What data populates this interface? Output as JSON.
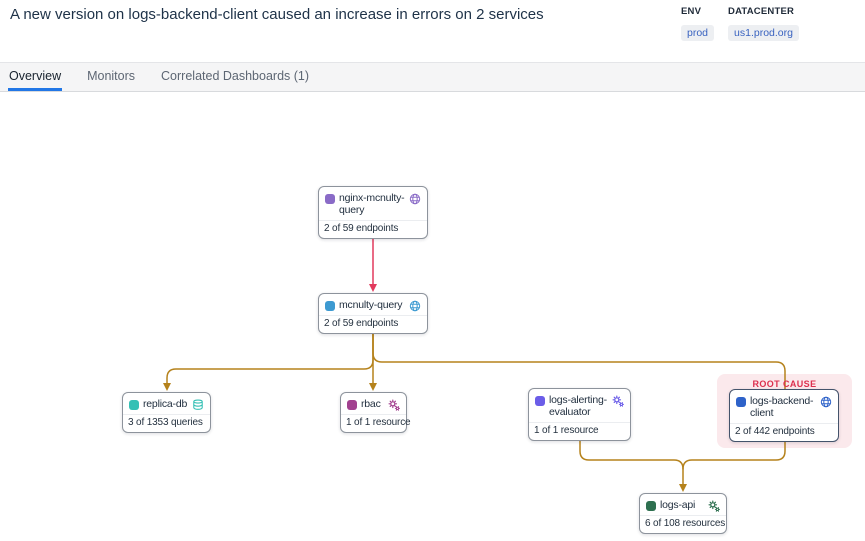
{
  "header": {
    "title": "A new version on logs-backend-client caused an increase in errors on 2 services",
    "env": {
      "label": "ENV",
      "value": "prod"
    },
    "datacenter": {
      "label": "DATACENTER",
      "value": "us1.prod.org"
    }
  },
  "tabs": [
    {
      "label": "Overview",
      "active": true
    },
    {
      "label": "Monitors",
      "active": false
    },
    {
      "label": "Correlated Dashboards (1)",
      "active": false
    }
  ],
  "graph": {
    "root_cause_label": "ROOT CAUSE",
    "edge_colors": {
      "warn": "#b5821c",
      "error": "#e23a5d"
    },
    "nodes": [
      {
        "name": "nginx-mcnulty-query",
        "detail": "2 of 59 endpoints",
        "color": "#8a6bc7",
        "icon": "globe-icon"
      },
      {
        "name": "mcnulty-query",
        "detail": "2 of 59 endpoints",
        "color": "#3d9ad1",
        "icon": "globe-icon"
      },
      {
        "name": "replica-db",
        "detail": "3 of 1353 queries",
        "color": "#35c0b5",
        "icon": "database-icon"
      },
      {
        "name": "rbac",
        "detail": "1 of 1 resource",
        "color": "#a2418f",
        "icon": "gears-icon"
      },
      {
        "name": "logs-alerting-evaluator",
        "detail": "1 of 1 resource",
        "color": "#6b5de8",
        "icon": "gears-icon"
      },
      {
        "name": "logs-backend-client",
        "detail": "2 of 442 endpoints",
        "color": "#2e62c9",
        "icon": "globe-icon",
        "root_cause": true
      },
      {
        "name": "logs-api",
        "detail": "6 of 108 resources",
        "color": "#2e7050",
        "icon": "gears-icon"
      }
    ],
    "edges": [
      {
        "from": "nginx-mcnulty-query",
        "to": "mcnulty-query",
        "status": "error"
      },
      {
        "from": "mcnulty-query",
        "to": "replica-db",
        "status": "warn"
      },
      {
        "from": "mcnulty-query",
        "to": "rbac",
        "status": "warn"
      },
      {
        "from": "mcnulty-query",
        "to": "logs-backend-client",
        "status": "warn"
      },
      {
        "from": "logs-alerting-evaluator",
        "to": "logs-api",
        "status": "warn"
      },
      {
        "from": "logs-backend-client",
        "to": "logs-api",
        "status": "warn"
      }
    ]
  }
}
